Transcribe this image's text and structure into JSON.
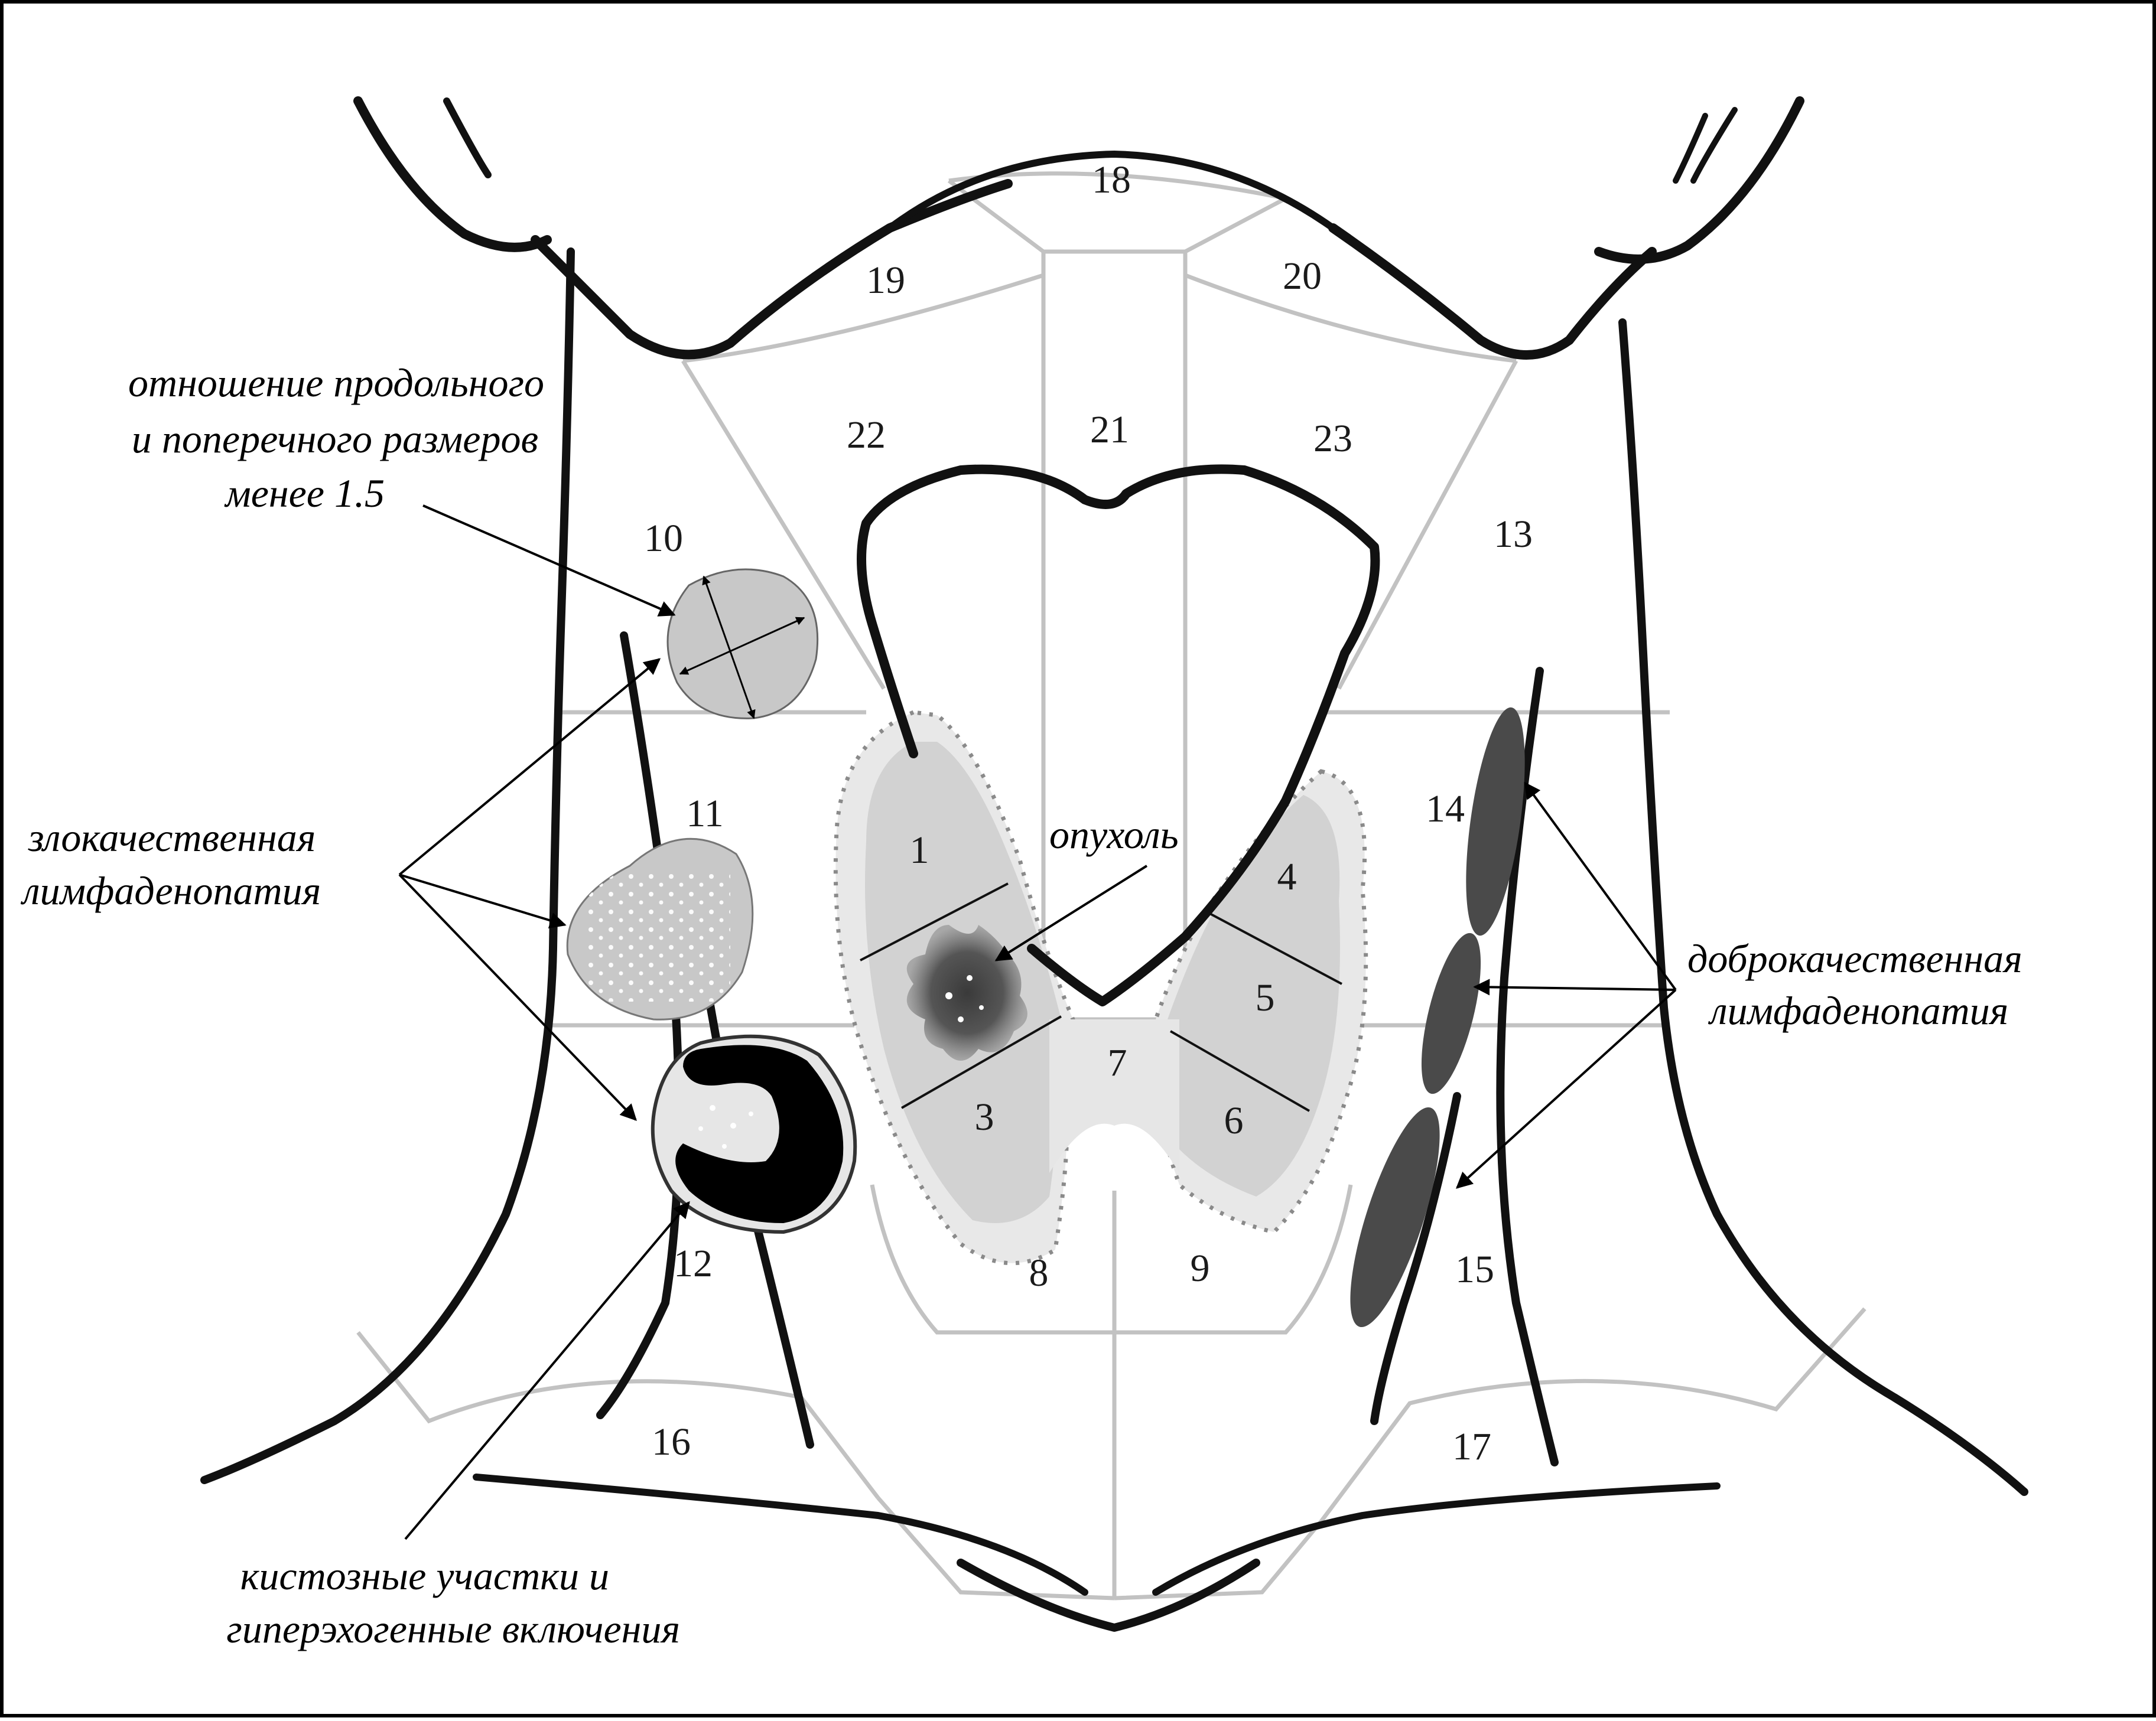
{
  "zone_numbers": [
    "1",
    "3",
    "4",
    "5",
    "6",
    "7",
    "8",
    "9",
    "10",
    "11",
    "12",
    "13",
    "14",
    "15",
    "16",
    "17",
    "18",
    "19",
    "20",
    "21",
    "22",
    "23"
  ],
  "labels": {
    "ratio_line1": "отношение продольного",
    "ratio_line2": "и поперечного размеров",
    "ratio_line3": "менее 1.5",
    "malignant_line1": "злокачественная",
    "malignant_line2": "лимфаденопатия",
    "tumor": "опухоль",
    "benign_line1": "доброкачественная",
    "benign_line2": "лимфаденопатия",
    "cystic_line1": "кистозные участки и",
    "cystic_line2": "гиперэхогенные включения"
  },
  "colors": {
    "outline": "#111111",
    "zone_grid": "#c2c2c2",
    "thyroid_fill": "#d2d2d2",
    "malignant_node": "#c8c8c8",
    "benign_node": "#4a4a4a",
    "tumor_core": "#4f4f4f",
    "cystic_dark": "#000000"
  }
}
